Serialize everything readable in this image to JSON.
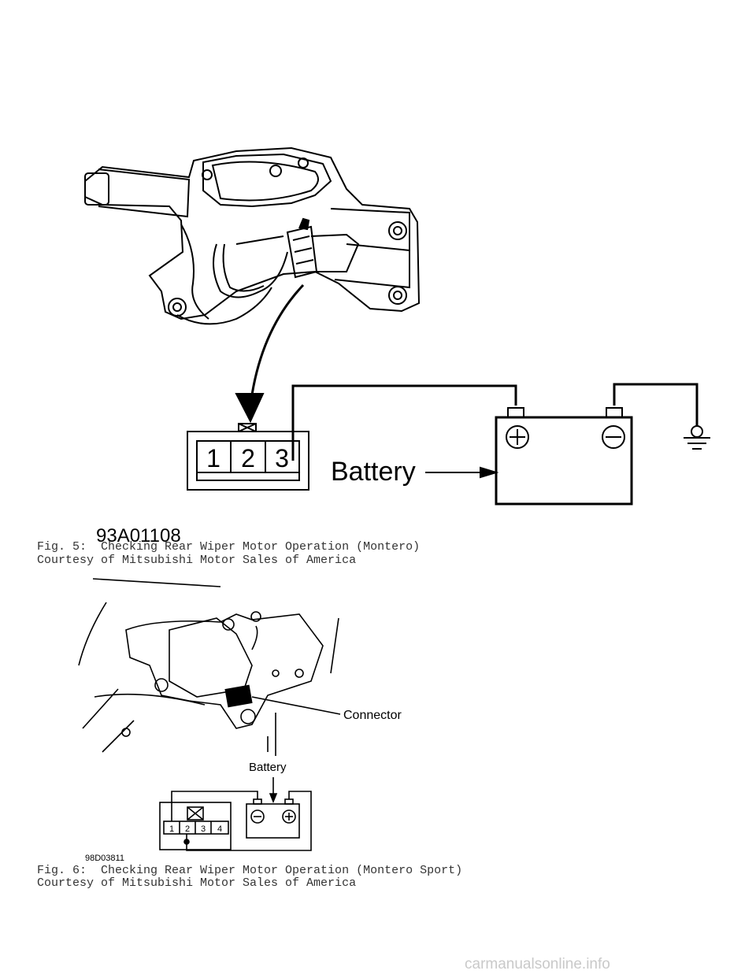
{
  "figure5": {
    "image_code": "93A01108",
    "connector_pins": [
      "1",
      "2",
      "3"
    ],
    "battery_label": "Battery",
    "caption": "Fig. 5:  Checking Rear Wiper Motor Operation (Montero)",
    "credit": "Courtesy of Mitsubishi Motor Sales of America"
  },
  "figure6": {
    "image_code": "98D03811",
    "connector_label": "Connector",
    "battery_label": "Battery",
    "connector_pins": [
      "1",
      "2",
      "3",
      "4"
    ],
    "caption": "Fig. 6:  Checking Rear Wiper Motor Operation (Montero Sport)",
    "credit": "Courtesy of Mitsubishi Motor Sales of America"
  },
  "watermark": "carmanualsonline.info"
}
